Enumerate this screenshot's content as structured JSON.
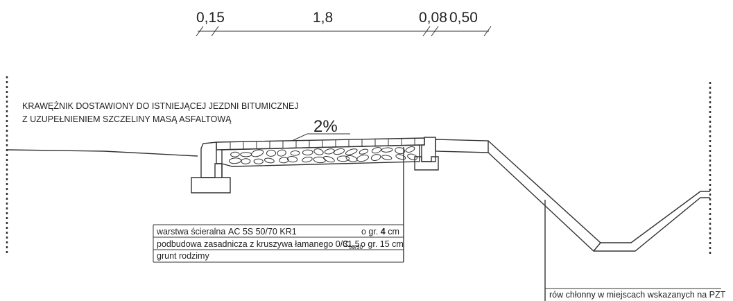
{
  "dimensions": {
    "d1": "0,15",
    "d2": "1,8",
    "d3": "0,08",
    "d4": "0,50"
  },
  "note": {
    "line1": "KRAWĘŻNIK DOSTAWIONY DO ISTNIEJĄCEJ JEZDNI BITUMICZNEJ",
    "line2": "Z UZUPEŁNIENIEM SZCZELINY MASĄ ASFALTOWĄ"
  },
  "slope": "2%",
  "layers": [
    {
      "name": "warstwa ścieralna",
      "spec": "AC 5S  50/70 KR1",
      "thickness_prefix": "o gr. ",
      "thickness_value": "4",
      "thickness_unit": " cm"
    },
    {
      "name": "podbudowa zasadnicza z kruszywa łamanego  0/31,5",
      "c_main": "C",
      "c_sub": "50/30",
      "thickness": "o gr. 15 cm"
    },
    {
      "name": "grunt rodzimy"
    }
  ],
  "ditch_note": "rów chłonny w miejscach wskazanych na PZT",
  "colors": {
    "line": "#333333",
    "text": "#222222",
    "background": "#ffffff"
  }
}
